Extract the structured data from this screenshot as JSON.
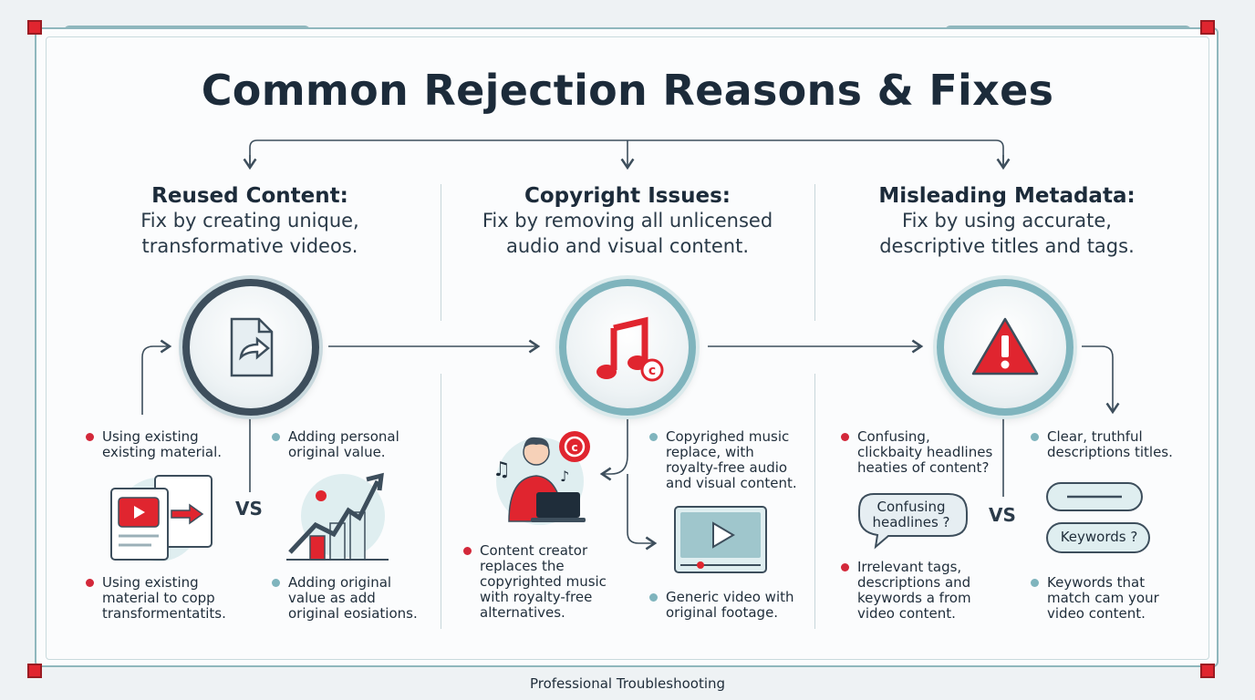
{
  "title": "Common Rejection Reasons & Fixes",
  "footer": "Professional Troubleshooting",
  "vs_label": "VS",
  "colors": {
    "accent_red": "#e0252f",
    "teal": "#7fb4bd",
    "navy": "#1c2b3a"
  },
  "columns": [
    {
      "heading": "Reused Content:",
      "desc_line1": "Fix by creating unique,",
      "desc_line2": "transformative videos.",
      "icon": "reuse-file-icon",
      "bullets": [
        {
          "text": "Using existing existing material."
        },
        {
          "text": "Adding personal original value."
        },
        {
          "text": "Using existing material to copp transformentatits."
        },
        {
          "text": "Adding original value as add original eosiations."
        }
      ]
    },
    {
      "heading": "Copyright Issues:",
      "desc_line1": "Fix by removing all unlicensed",
      "desc_line2": "audio and visual content.",
      "icon": "music-copyright-icon",
      "bullets": [
        {
          "text": "Copyrighed music replace, with royalty-free audio and visual content."
        },
        {
          "text": "Content creator replaces the copyrighted music with royalty-free alternatives."
        },
        {
          "text": "Generic video with original footage."
        }
      ]
    },
    {
      "heading": "Misleading Metadata:",
      "desc_line1": "Fix by using accurate,",
      "desc_line2": "descriptive titles and tags.",
      "icon": "warning-icon",
      "bullets": [
        {
          "text": "Confusing, clickbaity headlines heaties of content?"
        },
        {
          "text": "Clear, truthful descriptions titles."
        },
        {
          "text": "Irrelevant tags, descriptions and keywords a from video content."
        },
        {
          "text": "Keywords that match cam your video content."
        }
      ],
      "bubble_confusing": "Confusing headlines ?",
      "bubble_keywords": "Keywords ?"
    }
  ]
}
